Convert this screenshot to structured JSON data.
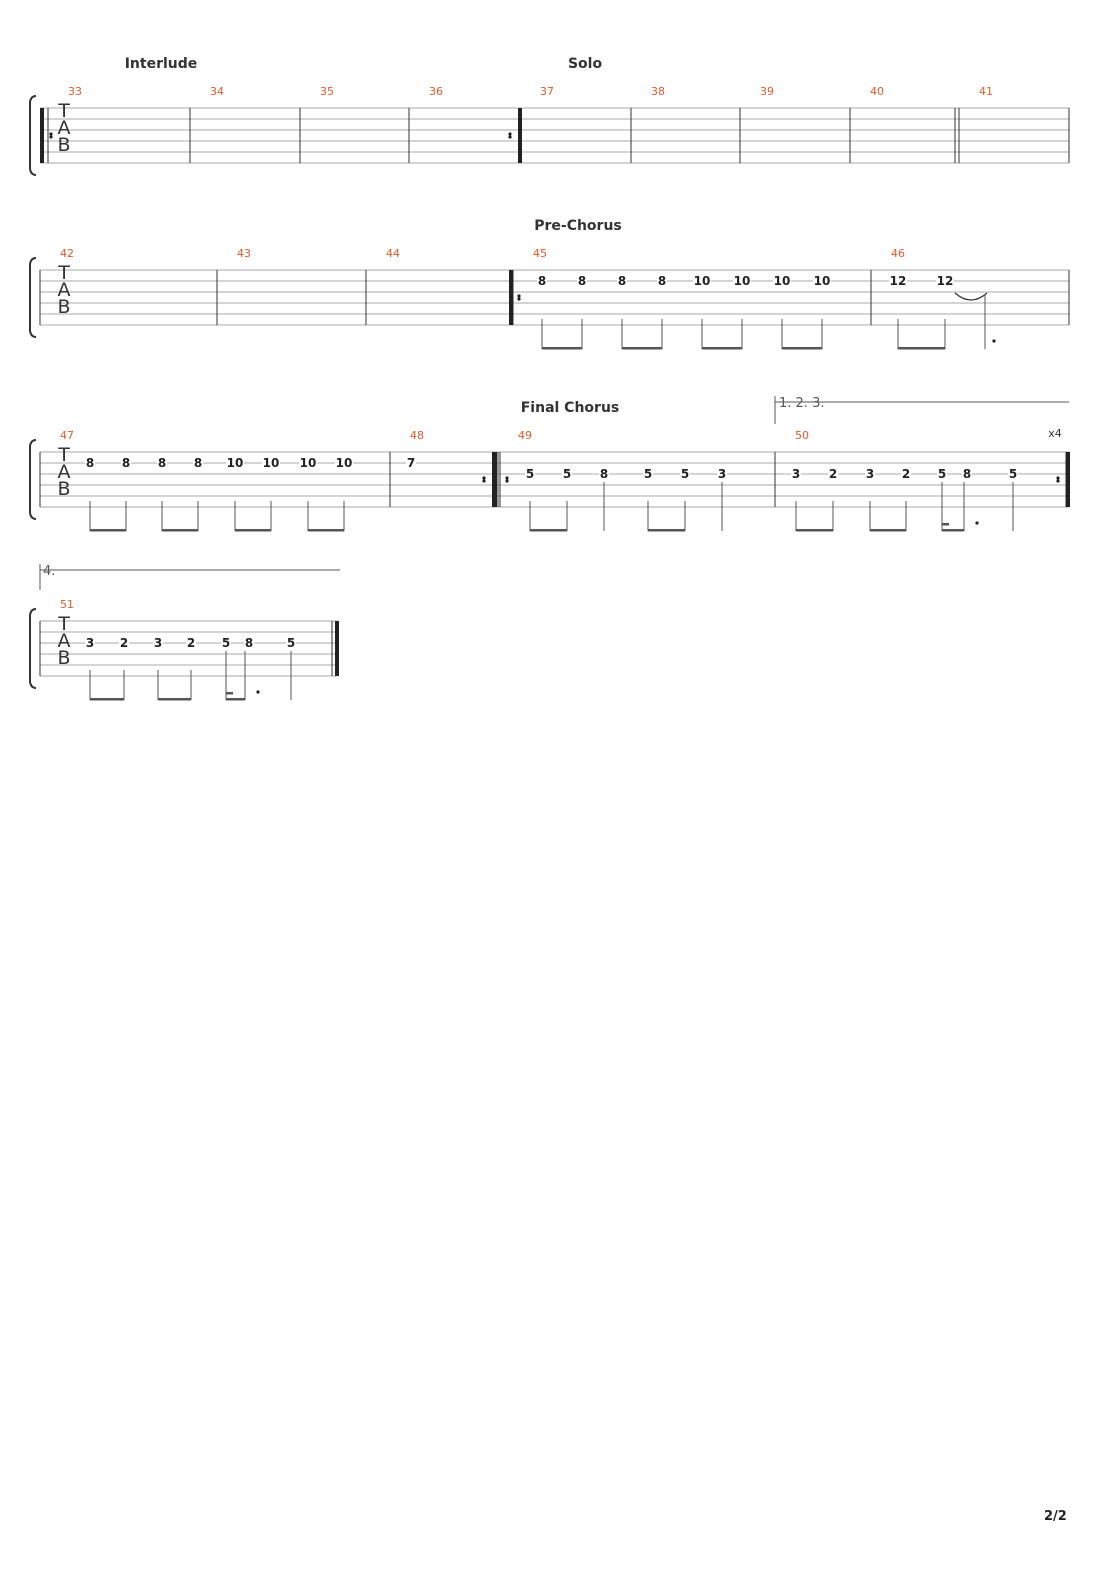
{
  "page": {
    "number_label": "2/2"
  },
  "systems": [
    {
      "sections": [
        {
          "label": "Interlude"
        },
        {
          "label": "Solo"
        }
      ],
      "measures": [
        {
          "number": "33",
          "notes": []
        },
        {
          "number": "34",
          "notes": []
        },
        {
          "number": "35",
          "notes": []
        },
        {
          "number": "36",
          "notes": []
        },
        {
          "number": "37",
          "notes": []
        },
        {
          "number": "38",
          "notes": []
        },
        {
          "number": "39",
          "notes": []
        },
        {
          "number": "40",
          "notes": []
        },
        {
          "number": "41",
          "notes": []
        }
      ]
    },
    {
      "sections": [
        {
          "label": "Pre-Chorus"
        }
      ],
      "measures": [
        {
          "number": "42",
          "notes": []
        },
        {
          "number": "43",
          "notes": []
        },
        {
          "number": "44",
          "notes": []
        },
        {
          "number": "45",
          "notes": [
            "8",
            "8",
            "8",
            "8",
            "10",
            "10",
            "10",
            "10"
          ]
        },
        {
          "number": "46",
          "notes": [
            "12",
            "12"
          ]
        }
      ]
    },
    {
      "sections": [
        {
          "label": "Final Chorus"
        }
      ],
      "volta": {
        "label": "1. 2. 3."
      },
      "repeat_count": "x4",
      "measures": [
        {
          "number": "47",
          "notes": [
            "8",
            "8",
            "8",
            "8",
            "10",
            "10",
            "10",
            "10"
          ]
        },
        {
          "number": "48",
          "notes": [
            "7"
          ]
        },
        {
          "number": "49",
          "notes": [
            "5",
            "5",
            "8",
            "5",
            "5",
            "3"
          ]
        },
        {
          "number": "50",
          "notes": [
            "3",
            "2",
            "3",
            "2",
            "5",
            "8",
            "5"
          ]
        }
      ]
    },
    {
      "sections": [],
      "volta": {
        "label": "4."
      },
      "measures": [
        {
          "number": "51",
          "notes": [
            "3",
            "2",
            "3",
            "2",
            "5",
            "8",
            "5"
          ]
        }
      ]
    }
  ]
}
